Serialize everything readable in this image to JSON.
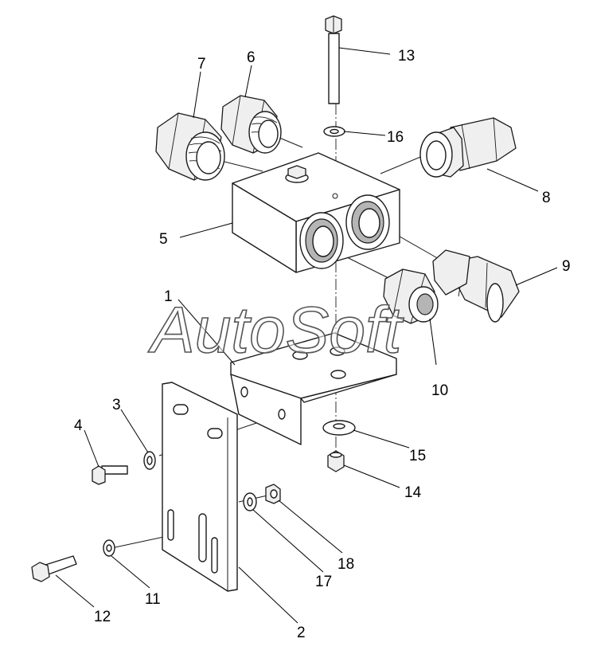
{
  "watermark": "AutoSoft",
  "callouts": [
    {
      "id": "c1",
      "label": "1"
    },
    {
      "id": "c2",
      "label": "2"
    },
    {
      "id": "c3",
      "label": "3"
    },
    {
      "id": "c4",
      "label": "4"
    },
    {
      "id": "c5",
      "label": "5"
    },
    {
      "id": "c6",
      "label": "6"
    },
    {
      "id": "c7",
      "label": "7"
    },
    {
      "id": "c8",
      "label": "8"
    },
    {
      "id": "c9",
      "label": "9"
    },
    {
      "id": "c10",
      "label": "10"
    },
    {
      "id": "c11",
      "label": "11"
    },
    {
      "id": "c12",
      "label": "12"
    },
    {
      "id": "c13",
      "label": "13"
    },
    {
      "id": "c14",
      "label": "14"
    },
    {
      "id": "c15",
      "label": "15"
    },
    {
      "id": "c16",
      "label": "16"
    },
    {
      "id": "c17",
      "label": "17"
    },
    {
      "id": "c18",
      "label": "18"
    }
  ]
}
